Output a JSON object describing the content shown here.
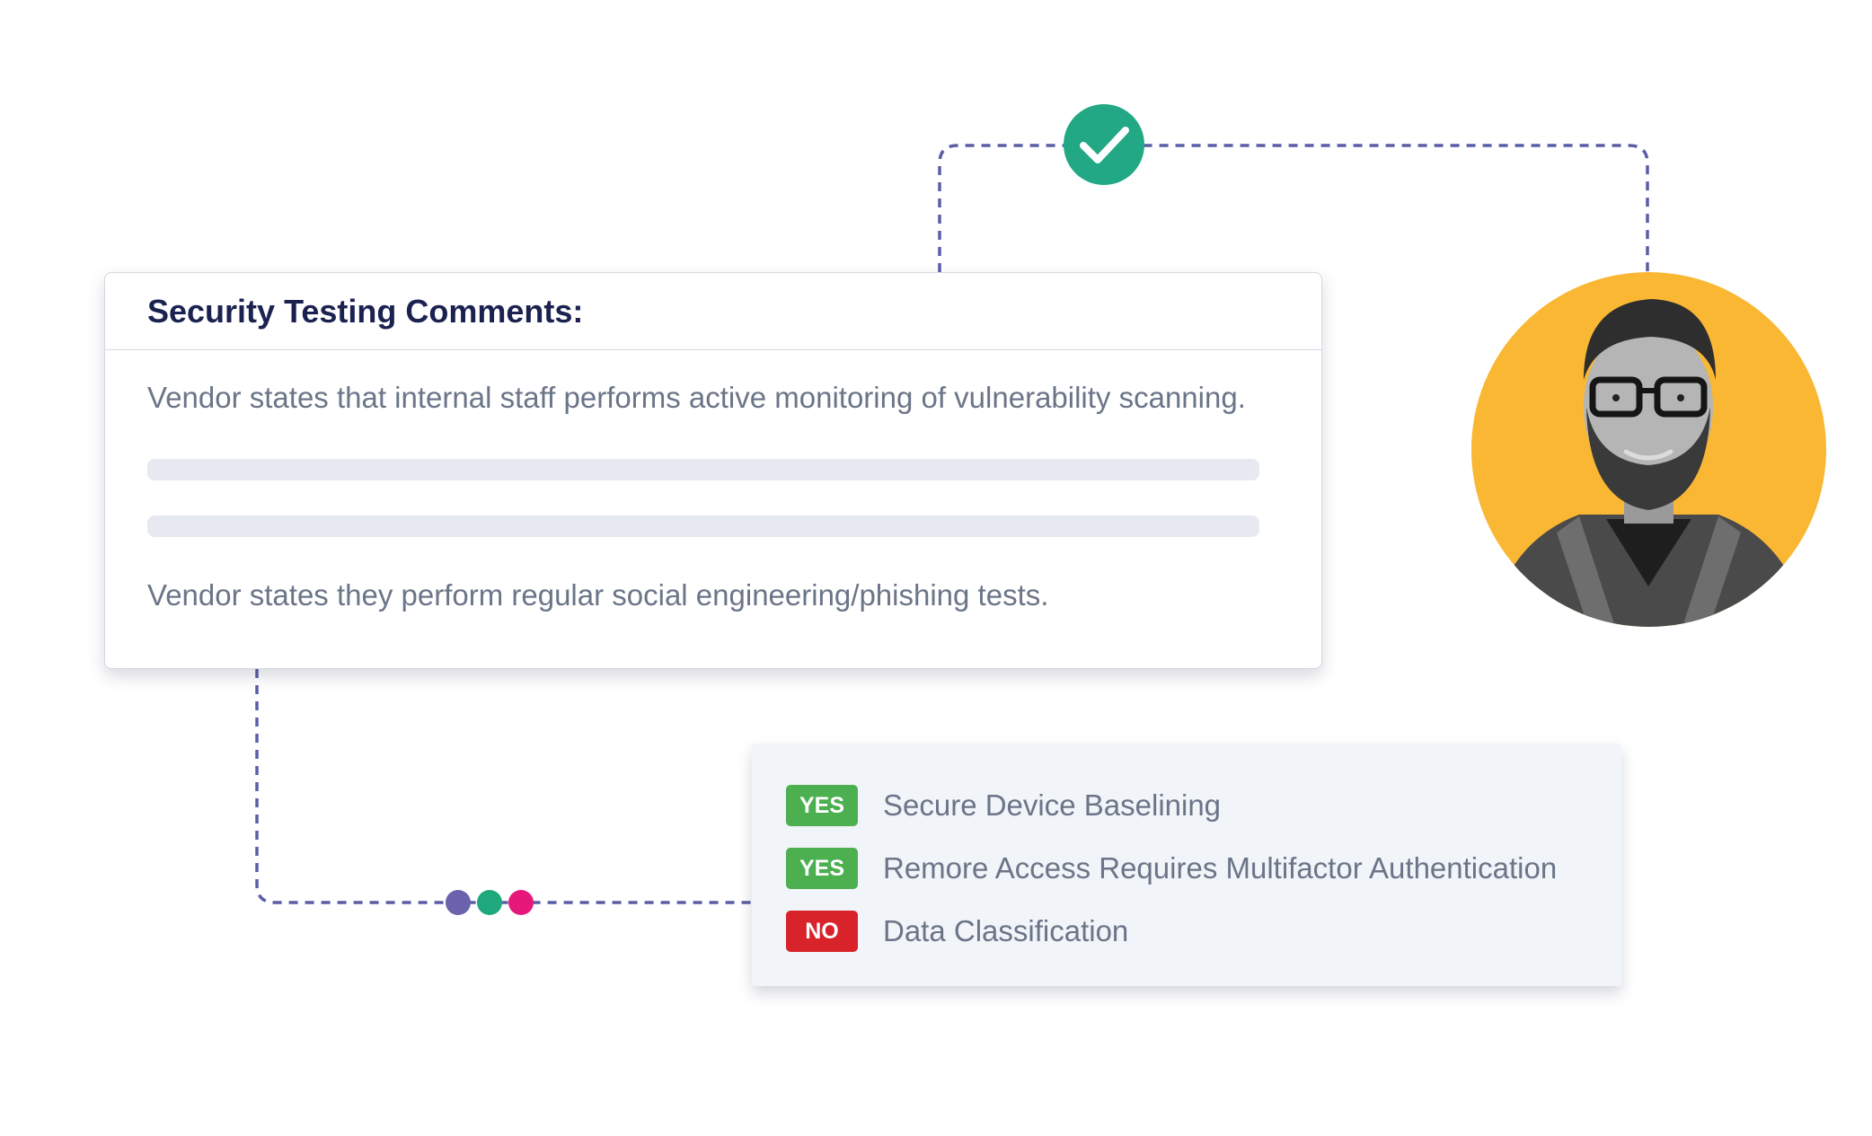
{
  "comments_card": {
    "title": "Security Testing Comments:",
    "comments": [
      "Vendor states that internal staff performs active monitoring of vulnerability scanning.",
      "Vendor states they perform regular social engineering/phishing tests."
    ]
  },
  "checklist": [
    {
      "status": "YES",
      "label": "Secure Device Baselining"
    },
    {
      "status": "YES",
      "label": "Remore Access Requires Multifactor Authentication"
    },
    {
      "status": "NO",
      "label": "Data Classification"
    }
  ],
  "icons": {
    "approval": "check-circle-icon",
    "reviewer": "avatar-photo"
  },
  "colors": {
    "connector": "#5b5ea6",
    "approval_green": "#22a884",
    "yes_badge": "#4caf50",
    "no_badge": "#d8232a",
    "avatar_background": "#f9b733",
    "dot_purple": "#6a62ad",
    "dot_green": "#1ea87c",
    "dot_pink": "#e6197a"
  }
}
